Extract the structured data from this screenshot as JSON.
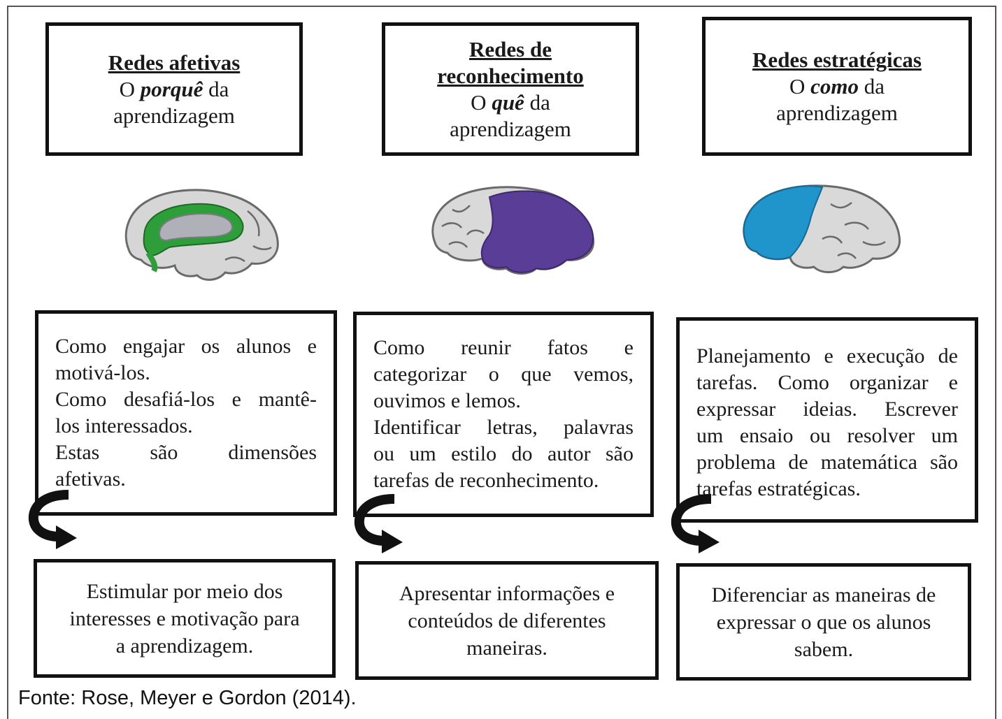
{
  "networks": [
    {
      "title": "Redes afetivas",
      "subtitle_pre": "O ",
      "subtitle_em": "porquê",
      "subtitle_post": " da",
      "subtitle_line2": "aprendizagem",
      "region_color": "#2e9e3a",
      "description": [
        "Como engajar os alunos e",
        "motivá-los.",
        "Como desafiá-los e mantê-",
        "los interessados.",
        "Estas são dimensões",
        "afetivas."
      ],
      "action": "Estimular por meio dos interesses e motivação para a aprendizagem."
    },
    {
      "title_line1": "Redes de",
      "title_line2": "reconhecimento",
      "subtitle_pre": "O ",
      "subtitle_em": "quê",
      "subtitle_post": " da",
      "subtitle_line2": "aprendizagem",
      "region_color": "#5a3d96",
      "description": [
        "Como reunir fatos e",
        "categorizar o que vemos,",
        "ouvimos e lemos.",
        "Identificar letras, palavras",
        "ou um estilo do autor são",
        "tarefas de reconhecimento."
      ],
      "action": "Apresentar informações e conteúdos de diferentes maneiras."
    },
    {
      "title": "Redes estratégicas",
      "subtitle_pre": "O ",
      "subtitle_em": "como",
      "subtitle_post": " da",
      "subtitle_line2": "aprendizagem",
      "region_color": "#1f95cc",
      "description": [
        "Planejamento e execução de",
        "tarefas. Como organizar e",
        "expressar ideias. Escrever",
        "um ensaio ou resolver um",
        "problema de matemática são",
        "tarefas estratégicas."
      ],
      "action": "Diferenciar as maneiras de expressar o que os alunos sabem."
    }
  ],
  "source": "Fonte: Rose, Meyer e Gordon (2014)."
}
